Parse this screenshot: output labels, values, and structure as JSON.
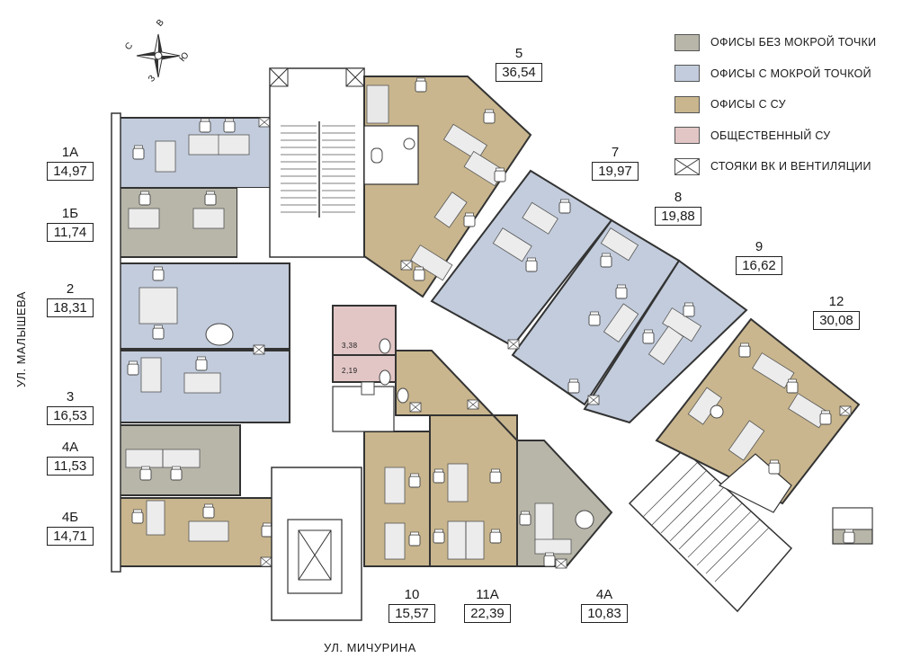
{
  "colors": {
    "gray": "#b8b6a9",
    "blue": "#c2ccdc",
    "tan": "#c9b68e",
    "pink": "#e2c6c6",
    "wall": "#ffffff",
    "line": "#333333"
  },
  "compass": {
    "n": "С",
    "e": "В",
    "s": "Ю",
    "w": "З"
  },
  "legend": [
    {
      "label": "ОФИСЫ БЕЗ МОКРОЙ ТОЧКИ",
      "color": "#b8b6a9",
      "icon": "swatch"
    },
    {
      "label": "ОФИСЫ С МОКРОЙ ТОЧКОЙ",
      "color": "#c2ccdc",
      "icon": "swatch"
    },
    {
      "label": "ОФИСЫ С СУ",
      "color": "#c9b68e",
      "icon": "swatch"
    },
    {
      "label": "ОБЩЕСТВЕННЫЙ СУ",
      "color": "#e2c6c6",
      "icon": "swatch"
    },
    {
      "label": "СТОЯКИ ВК И ВЕНТИЛЯЦИИ",
      "color": "#ffffff",
      "icon": "riser-cross"
    }
  ],
  "offices": [
    {
      "number": "1А",
      "area": "14,97"
    },
    {
      "number": "1Б",
      "area": "11,74"
    },
    {
      "number": "2",
      "area": "18,31"
    },
    {
      "number": "3",
      "area": "16,53"
    },
    {
      "number": "4А",
      "area": "11,53"
    },
    {
      "number": "4Б",
      "area": "14,71"
    },
    {
      "number": "5",
      "area": "36,54"
    },
    {
      "number": "7",
      "area": "19,97"
    },
    {
      "number": "8",
      "area": "19,88"
    },
    {
      "number": "9",
      "area": "16,62"
    },
    {
      "number": "12",
      "area": "30,08"
    },
    {
      "number": "10",
      "area": "15,57"
    },
    {
      "number": "11А",
      "area": "22,39"
    },
    {
      "number": "4А",
      "area": "10,83"
    }
  ],
  "wc_labels": [
    "3,38",
    "2,19"
  ],
  "streets": {
    "left": "УЛ. МАЛЫШЕВА",
    "bottom": "УЛ. МИЧУРИНА"
  }
}
